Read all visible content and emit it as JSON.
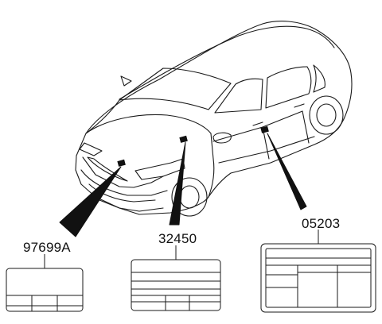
{
  "labels": [
    {
      "part_number": "97699A"
    },
    {
      "part_number": "32450"
    },
    {
      "part_number": "05203"
    }
  ]
}
